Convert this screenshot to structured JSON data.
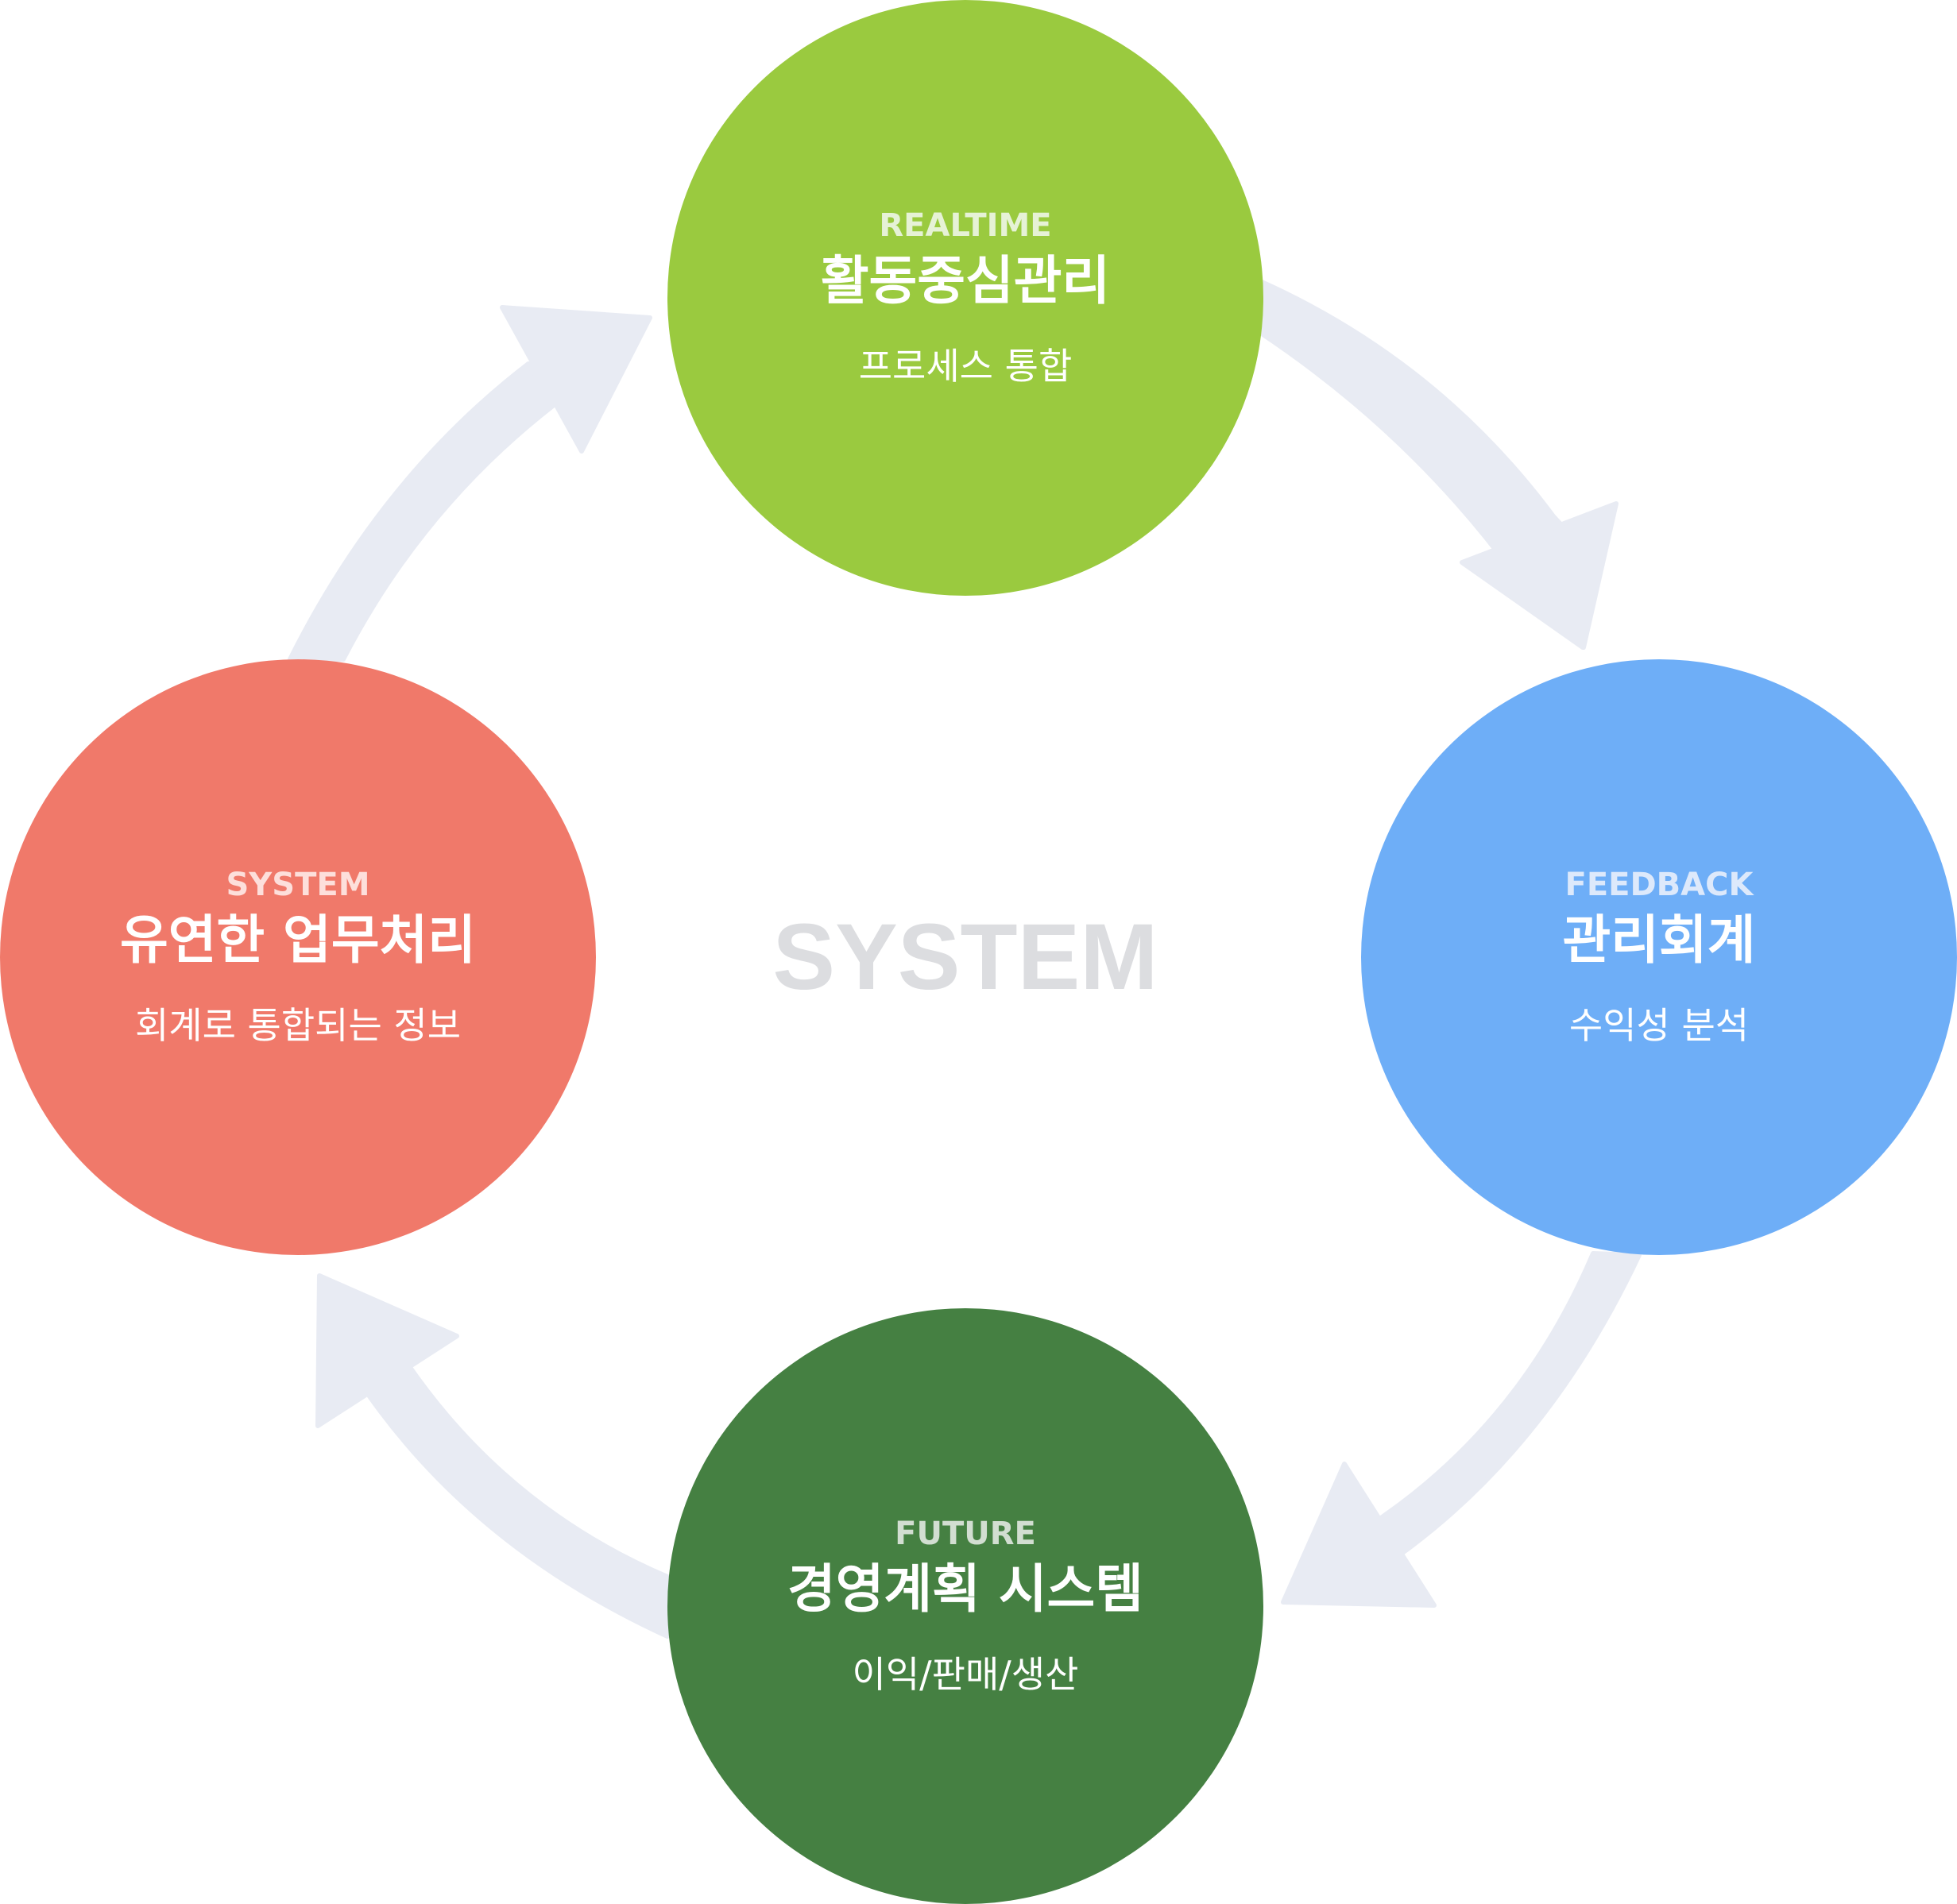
{
  "center": {
    "label": "SYSTEM",
    "color": "#dcdde0"
  },
  "arrow_color": "#e8ebf3",
  "nodes": [
    {
      "id": "top",
      "eyebrow": "REALTIME",
      "title": "활동중심관리",
      "subtitle": "프로세스 통합",
      "color": "#9aca3f",
      "eyebrow_color": "#e6f2d6"
    },
    {
      "id": "right",
      "eyebrow": "FEEDBACK",
      "title": "관리회계",
      "subtitle": "수익성 분석",
      "color": "#6eaef7",
      "eyebrow_color": "#dde9fb"
    },
    {
      "id": "bottom",
      "eyebrow": "FUTURE",
      "title": "경영계획 시스템",
      "subtitle": "이익/판매/생산",
      "color": "#458042",
      "eyebrow_color": "#d2ded1"
    },
    {
      "id": "left",
      "eyebrow": "SYSTEM",
      "title": "유연한 업무처리",
      "subtitle": "회계로 통합되는 정보",
      "color": "#f0796a",
      "eyebrow_color": "#fddfdb"
    }
  ],
  "flow": [
    "top",
    "right",
    "bottom",
    "left",
    "top"
  ]
}
